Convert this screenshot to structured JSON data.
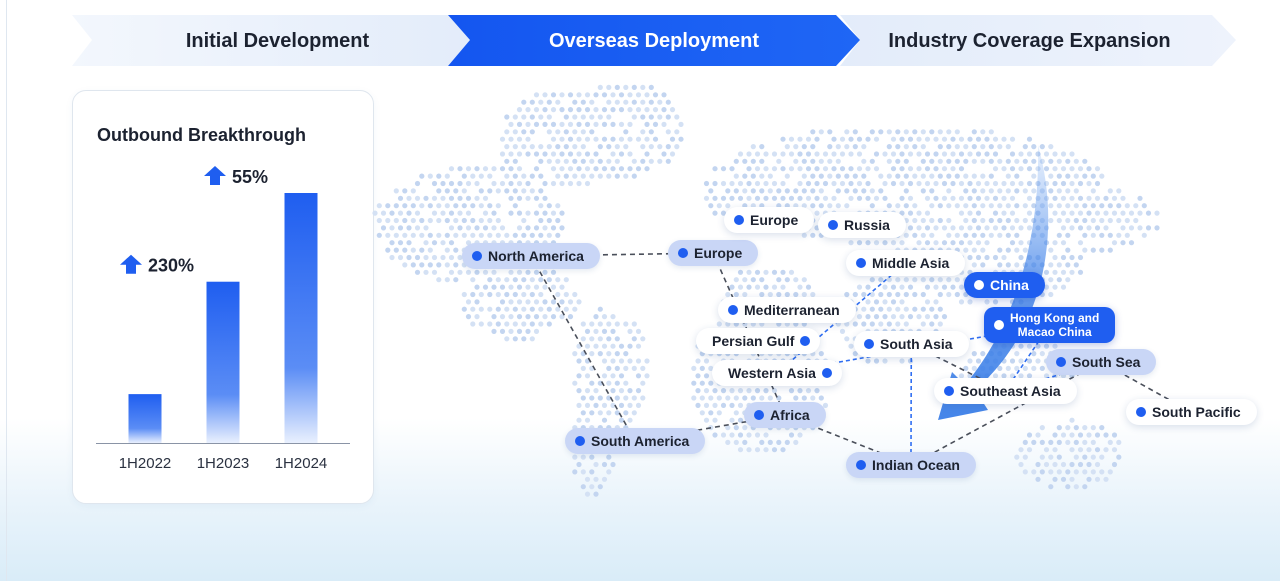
{
  "stages": [
    {
      "label": "Initial Development",
      "active": false
    },
    {
      "label": "Overseas Deployment",
      "active": true
    },
    {
      "label": "Industry Coverage Expansion",
      "active": false
    }
  ],
  "colors": {
    "accent": "#1f5ef0",
    "light_pill": "#c9d6f6",
    "stage_light": "#e6eefb"
  },
  "panel": {
    "title": "Outbound Breakthrough"
  },
  "chart_data": {
    "type": "bar",
    "title": "Outbound Breakthrough",
    "categories": [
      "1H2022",
      "1H2023",
      "1H2024"
    ],
    "values": [
      1,
      3.3,
      5.115
    ],
    "annotations": [
      {
        "between": [
          "1H2022",
          "1H2023"
        ],
        "label": "230%",
        "icon": "arrow-up-icon"
      },
      {
        "between": [
          "1H2023",
          "1H2024"
        ],
        "label": "55%",
        "icon": "arrow-up-icon"
      }
    ],
    "xlabel": "",
    "ylabel": ""
  },
  "map": {
    "regions": [
      {
        "id": "north-america",
        "label": "North America",
        "style": "light"
      },
      {
        "id": "europe-west",
        "label": "Europe",
        "style": "light"
      },
      {
        "id": "europe-north",
        "label": "Europe",
        "style": "white"
      },
      {
        "id": "russia",
        "label": "Russia",
        "style": "white"
      },
      {
        "id": "middle-asia",
        "label": "Middle Asia",
        "style": "white"
      },
      {
        "id": "china",
        "label": "China",
        "style": "blue"
      },
      {
        "id": "mediterranean",
        "label": "Mediterranean",
        "style": "white"
      },
      {
        "id": "hong-kong-macao",
        "label": "Hong Kong and\nMacao China",
        "style": "blue"
      },
      {
        "id": "persian-gulf",
        "label": "Persian Gulf",
        "style": "white"
      },
      {
        "id": "south-asia",
        "label": "South Asia",
        "style": "white"
      },
      {
        "id": "south-sea",
        "label": "South Sea",
        "style": "light"
      },
      {
        "id": "western-asia",
        "label": "Western Asia",
        "style": "white"
      },
      {
        "id": "southeast-asia",
        "label": "Southeast Asia",
        "style": "white"
      },
      {
        "id": "south-pacific",
        "label": "South Pacific",
        "style": "white"
      },
      {
        "id": "africa",
        "label": "Africa",
        "style": "light"
      },
      {
        "id": "south-america",
        "label": "South America",
        "style": "light"
      },
      {
        "id": "indian-ocean",
        "label": "Indian Ocean",
        "style": "light"
      }
    ],
    "routes": [
      {
        "from": "north-america",
        "to": "europe-west",
        "style": "grey"
      },
      {
        "from": "north-america",
        "to": "south-america",
        "style": "grey"
      },
      {
        "from": "europe-west",
        "to": "africa",
        "style": "grey"
      },
      {
        "from": "africa",
        "to": "indian-ocean",
        "style": "grey"
      },
      {
        "from": "south-america",
        "to": "africa",
        "style": "grey"
      },
      {
        "from": "indian-ocean",
        "to": "south-sea",
        "style": "grey"
      },
      {
        "from": "south-sea",
        "to": "south-pacific",
        "style": "grey"
      },
      {
        "from": "south-asia",
        "to": "southeast-asia",
        "style": "grey"
      },
      {
        "from": "western-asia",
        "to": "middle-asia",
        "style": "blue"
      },
      {
        "from": "southeast-asia",
        "to": "hong-kong-macao",
        "style": "blue"
      },
      {
        "from": "south-asia",
        "to": "indian-ocean",
        "style": "blue"
      },
      {
        "from": "western-asia",
        "to": "hong-kong-macao",
        "style": "blue"
      },
      {
        "from": "southeast-asia",
        "to": "south-sea",
        "style": "blue"
      }
    ]
  }
}
